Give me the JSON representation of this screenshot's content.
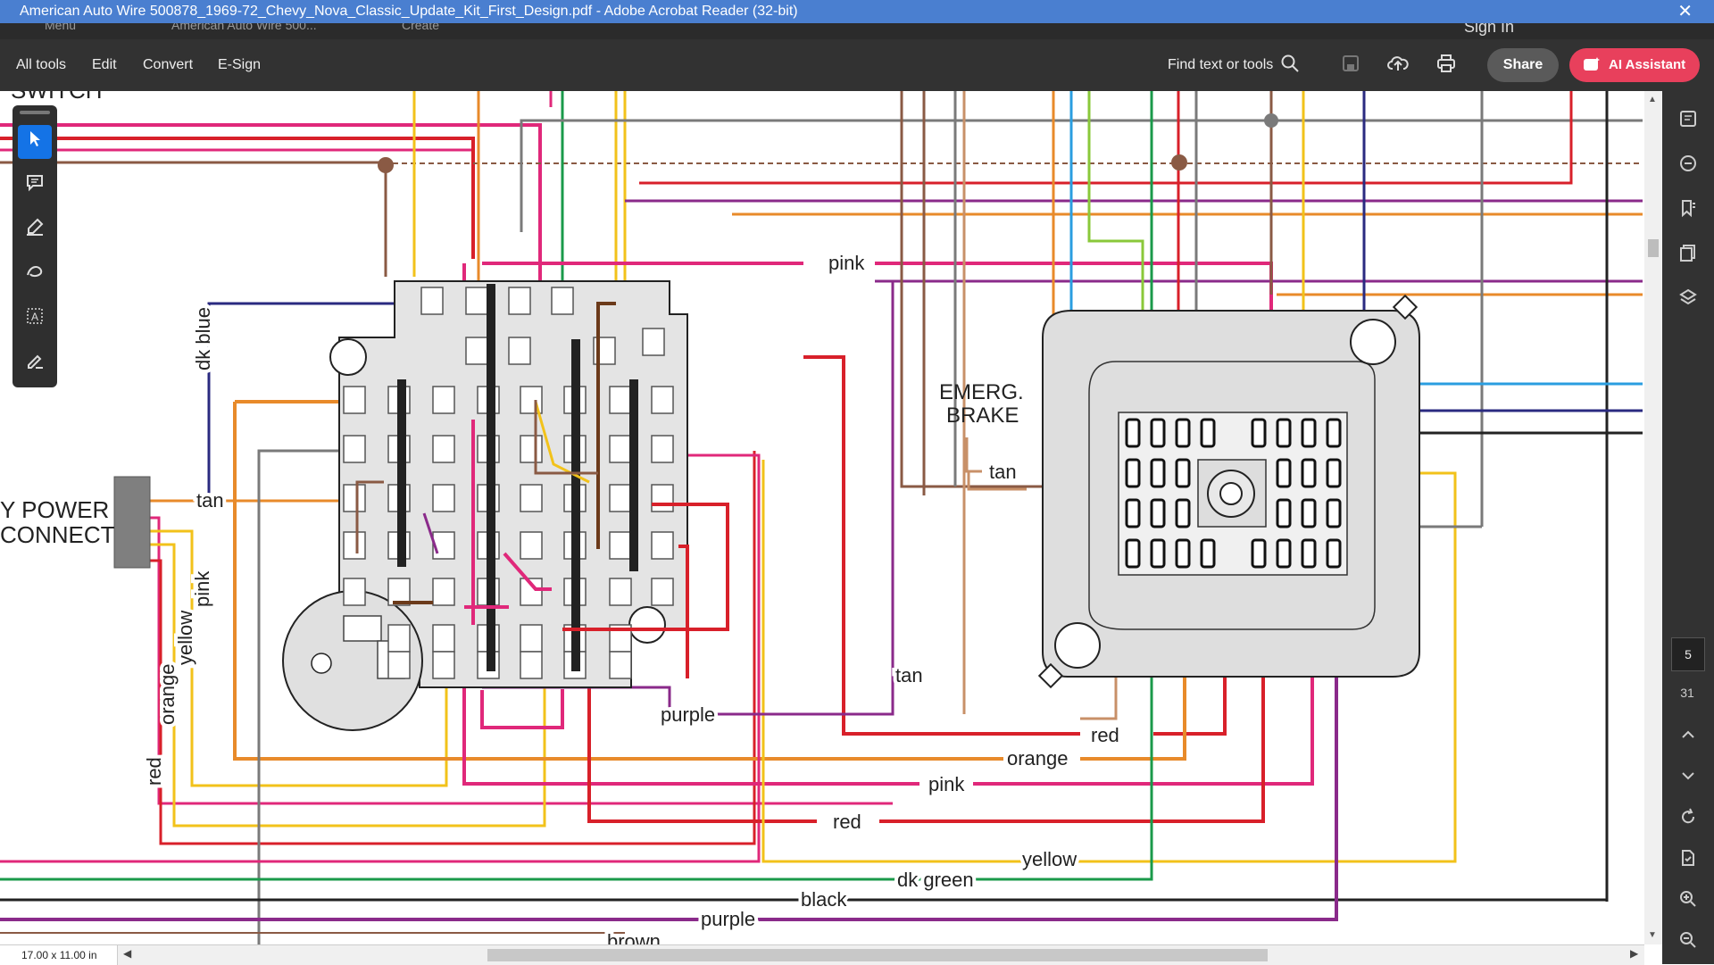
{
  "window": {
    "title": "American Auto Wire 500878_1969-72_Chevy_Nova_Classic_Update_Kit_First_Design.pdf - Adobe Acrobat Reader (32-bit)",
    "close_glyph": "✕"
  },
  "tabstrip": {
    "menu_label": "Menu",
    "tab_label": "American Auto Wire 500...",
    "create_label": "Create",
    "sign_in_label": "Sign In"
  },
  "toolbar": {
    "all_tools": "All tools",
    "edit": "Edit",
    "convert": "Convert",
    "esign": "E-Sign",
    "find_placeholder": "Find text or tools",
    "share": "Share",
    "ai_assistant": "AI Assistant"
  },
  "diagram": {
    "labels": {
      "switch": "SWITCH",
      "power_connect_1": "Y POWER",
      "power_connect_2": "CONNECT",
      "emerg_1": "EMERG.",
      "emerg_2": "BRAKE",
      "dk_blue": "dk blue",
      "tan_left": "tan",
      "pink_vert": "pink",
      "yellow_vert": "yellow",
      "orange_vert": "orange",
      "red_vert": "red",
      "pink_top": "pink",
      "tan_emerg": "tan",
      "tan_mid": "tan",
      "purple_mid": "purple",
      "red_1": "red",
      "orange_1": "orange",
      "pink_1": "pink",
      "red_2": "red",
      "yellow_1": "yellow",
      "dk_green": "dk green",
      "black": "black",
      "purple_bottom": "purple",
      "brown": "brown"
    },
    "colors": {
      "pink": "#e0287a",
      "red": "#d8202a",
      "orange": "#e88a2a",
      "yellow": "#f2c21a",
      "tan": "#c89068",
      "brown": "#8a5a44",
      "dk_blue": "#2a2a80",
      "lt_blue": "#2a9ee0",
      "green": "#1a9a4a",
      "lt_green": "#8ac83a",
      "purple": "#8a2a8a",
      "gray": "#7a7a7a",
      "black": "#222222"
    }
  },
  "navigation": {
    "current_page": "5",
    "total_pages": "31"
  },
  "status": {
    "page_size": "17.00 x 11.00 in"
  }
}
